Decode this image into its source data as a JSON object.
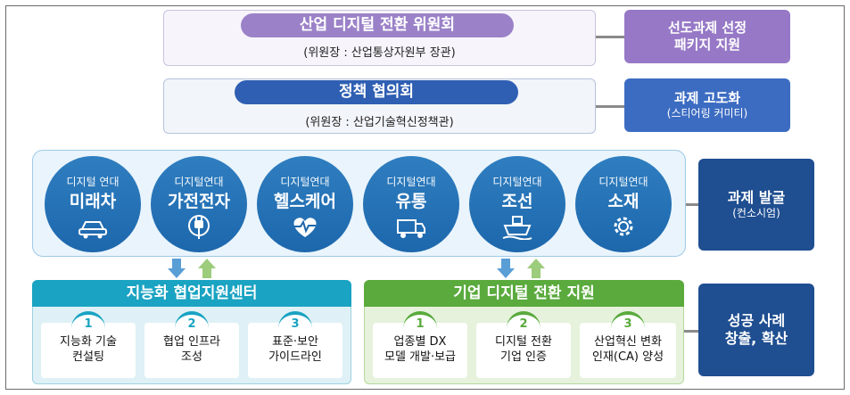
{
  "committee": {
    "title": "산업 디지털 전환 위원회",
    "chair": "(위원장 : 산업통상자원부  장관)"
  },
  "council": {
    "title": "정책 협의회",
    "chair": "(위원장 : 산업기술혁신정책관)"
  },
  "side": {
    "package": [
      "선도과제 선정",
      "패키지 지원"
    ],
    "advance": {
      "title": "과제 고도화",
      "sub": "(스티어링 커미티)"
    },
    "discover": {
      "title": "과제 발굴",
      "sub": "(컨소시엄)"
    },
    "success": [
      "성공 사례",
      "창출, 확산"
    ]
  },
  "alliances": [
    {
      "top": "디지털 연대",
      "name": "미래차",
      "icon": "car-icon"
    },
    {
      "top": "디지털연대",
      "name": "가전전자",
      "icon": "plug-icon"
    },
    {
      "top": "디지털연대",
      "name": "헬스케어",
      "icon": "heart-pulse-icon"
    },
    {
      "top": "디지털연대",
      "name": "유통",
      "icon": "truck-icon"
    },
    {
      "top": "디지털연대",
      "name": "조선",
      "icon": "ship-icon"
    },
    {
      "top": "디지털연대",
      "name": "소재",
      "icon": "gear-icon"
    }
  ],
  "left_panel": {
    "title": "지능화 협업지원센터",
    "color": "#1aa3c2",
    "items": [
      {
        "num": "1",
        "lines": [
          "지능화 기술",
          "컨설팅"
        ]
      },
      {
        "num": "2",
        "lines": [
          "협업 인프라",
          "조성"
        ]
      },
      {
        "num": "3",
        "lines": [
          "표준·보안",
          "가이드라인"
        ]
      }
    ]
  },
  "right_panel": {
    "title": "기업 디지털 전환 지원",
    "color": "#5aaa3d",
    "items": [
      {
        "num": "1",
        "lines": [
          "업종별 DX",
          "모델 개발·보급"
        ]
      },
      {
        "num": "2",
        "lines": [
          "디지털 전환",
          "기업 인증"
        ]
      },
      {
        "num": "3",
        "lines": [
          "산업혁신 변화",
          "인재(CA) 양성"
        ]
      }
    ]
  }
}
